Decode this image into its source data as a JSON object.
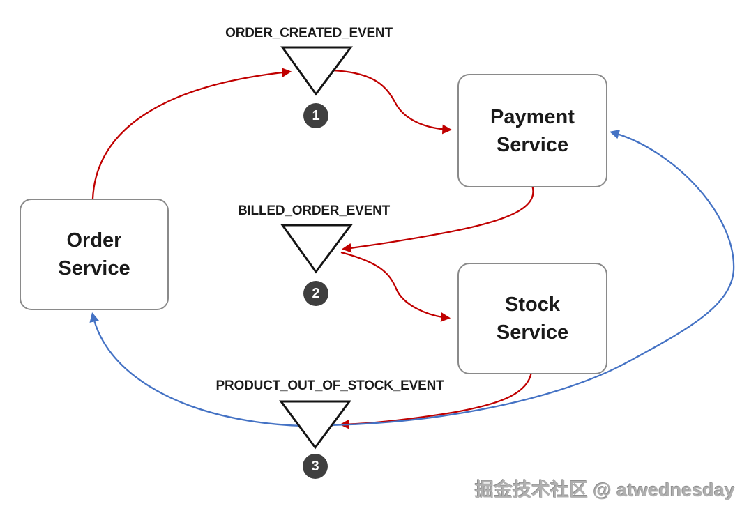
{
  "services": [
    {
      "id": "order",
      "label": "Order Service"
    },
    {
      "id": "payment",
      "label": "Payment Service"
    },
    {
      "id": "stock",
      "label": "Stock Service"
    }
  ],
  "events": [
    {
      "label": "ORDER_CREATED_EVENT",
      "badge": "1"
    },
    {
      "label": "BILLED_ORDER_EVENT",
      "badge": "2"
    },
    {
      "label": "PRODUCT_OUT_OF_STOCK_EVENT",
      "badge": "3"
    }
  ],
  "colors": {
    "publish": "#c00000",
    "subscribe": "#4472c4",
    "node_border": "#8a8a8a",
    "triangle_stroke": "#141414",
    "badge_bg": "#3f3f3f",
    "badge_fg": "#ffffff",
    "text_ink": "#1a1a1a",
    "watermark_ink": "#b0b0b0"
  },
  "watermark": {
    "text": "掘金技术社区 @ atwednesday"
  }
}
